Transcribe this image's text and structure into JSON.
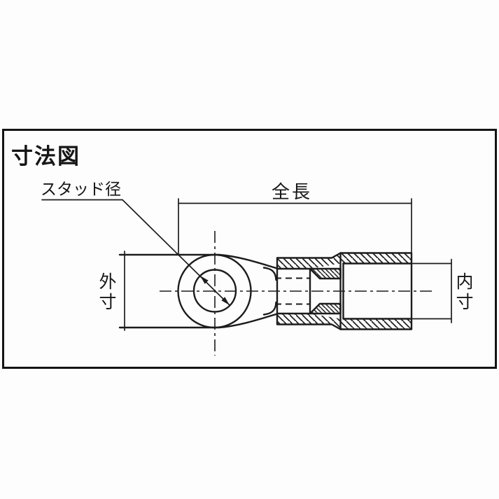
{
  "page": {
    "background_color": "#fdfdfd",
    "line_color": "#1c1c1c",
    "frame_border_color": "#141414"
  },
  "diagram": {
    "title": "寸法図",
    "labels": {
      "stud_diameter": "スタッド径",
      "overall_length": "全長",
      "outer_dimension": "外寸",
      "inner_dimension": "内寸"
    }
  }
}
